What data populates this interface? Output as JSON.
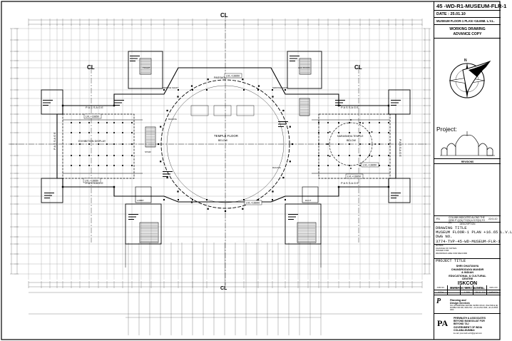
{
  "title_block": {
    "drawing_code": "45 -WD-R1-MUSEUM-FLR-1",
    "date": "DATE : 25.01.10",
    "sheet_title": "MUSEUM FLOOR-1 PLAN +16.65M. L.V.L.",
    "status_line1": "WORKING DRAWING",
    "status_line2": "ADVANCE COPY",
    "project_label": "Project:",
    "revisions_label": "REVISIONS",
    "revision": {
      "number": "R1",
      "note": "COLUMN INDICATED ALONG THE GRID P'.Q'(N) T'O'(N) & S'.R'(N) TO (N)",
      "date": "22.01.10"
    },
    "description_label": "DESCRIPTION",
    "drawing_title_label": "DRAWING TITLE",
    "drawing_title_value": "MUSEUM FLOOR-1 PLAN +16.65 L.V.L",
    "dwg_no_label": "DWG NO.",
    "dwg_no_value": "3774-TVP-45-WD-MUSEUM-FLR-1",
    "notes": [
      "NOTES:",
      "CHANGE OF NOTES:",
      "ISSUED FOR:",
      "DRAWINGS ARE FOR RECORD"
    ],
    "project_title_label": "PROJECT TITLE",
    "client": {
      "line1": "SHRI CHAITANYA",
      "line2": "CHANDRODAYA MANDIR",
      "line3": "& INDIAN",
      "line4": "EDUCATIONAL & CULTURAL",
      "line5": "CENTRE",
      "name": "ISKCON",
      "location": "MAYAPUR, WEST BENGAL"
    },
    "table": {
      "headers": [
        "JOB NO.",
        "DRAWN",
        "SCALE",
        "DATE",
        "DRG.NO."
      ],
      "values": [
        "3774",
        "",
        "1:200",
        "25.01.10",
        "WD/024"
      ]
    },
    "consultant": {
      "name_line1": "Planning and",
      "name_line2": "Design Services",
      "address": "301, ENTERPRISE CENTRE, NEHRU ROAD, VILE PARLE (E), MUMBAI 400 099, INDIA TEL: +91-22-2611 0008, +91-22-6692 0000"
    },
    "architect": {
      "line1": "PREMNATH & ASSOCIATES",
      "line2": "BEYOND MANGOLIAT FOR",
      "line3": "BEYOND TAJ",
      "line4": "GOVERNMENT OF INDIA",
      "line5": "COLABA-MUMBAI",
      "email": "E-mail: premnath.arch@gmail.com"
    }
  },
  "plan_labels": {
    "temple_floor": "TEMPLE FLOOR",
    "below": "BELOW",
    "exhibition": "EXHIBITION DISPLAY",
    "narasimha": "NARASIMHA TEMPLE",
    "narasimha_below": "BELOW",
    "passage": "PASSAGE",
    "passage_spaced": "P A S S A G E",
    "lvl": "LVL+16650",
    "lvl_center": "LVL+16650",
    "cl": "CL",
    "railing": "RAILING",
    "service": "SERVICE SHAFT",
    "stair": "STAIR",
    "lobby": "LOBBY",
    "duct": "DUCT",
    "toilet": "TOILET",
    "ahu": "AHU ROOM"
  }
}
